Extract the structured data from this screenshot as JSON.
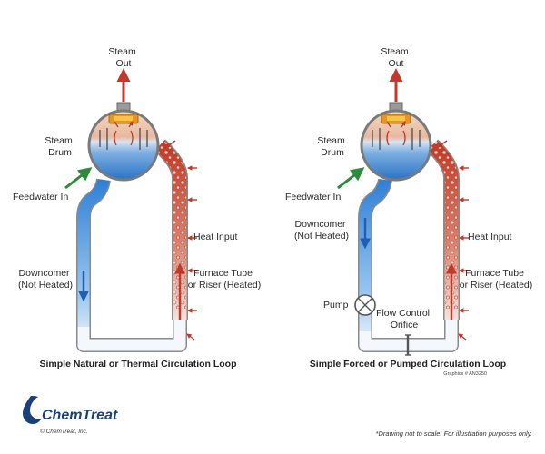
{
  "left_diagram": {
    "steam_out": [
      "Steam",
      "Out"
    ],
    "steam_drum": [
      "Steam",
      "Drum"
    ],
    "feedwater": "Feedwater In",
    "heat_input": "Heat Input",
    "downcomer": [
      "Downcomer",
      "(Not Heated)"
    ],
    "riser": [
      "Furnace Tube",
      "or Riser (Heated)"
    ],
    "caption": "Simple Natural or Thermal Circulation Loop"
  },
  "right_diagram": {
    "steam_out": [
      "Steam",
      "Out"
    ],
    "steam_drum": [
      "Steam",
      "Drum"
    ],
    "feedwater": "Feedwater In",
    "heat_input": "Heat Input",
    "downcomer": [
      "Downcomer",
      "(Not Heated)"
    ],
    "riser": [
      "Furnace Tube",
      "or Riser (Heated)"
    ],
    "pump": "Pump",
    "orifice": [
      "Flow Control",
      "Orifice"
    ],
    "caption": "Simple Forced or Pumped Circulation Loop",
    "graphics_id": "Graphics # AN3250"
  },
  "brand": {
    "name": "ChemTreat",
    "copyright": "© ChemTreat, Inc."
  },
  "disclaimer": "*Drawing not to scale. For illustration purposes only.",
  "colors": {
    "steam_arrow": "#c0392b",
    "feed_arrow": "#2e8b3a",
    "downcomer_blue": "#3a7fd0",
    "riser_red": "#c8432f",
    "brand_blue": "#1b3f7a"
  }
}
